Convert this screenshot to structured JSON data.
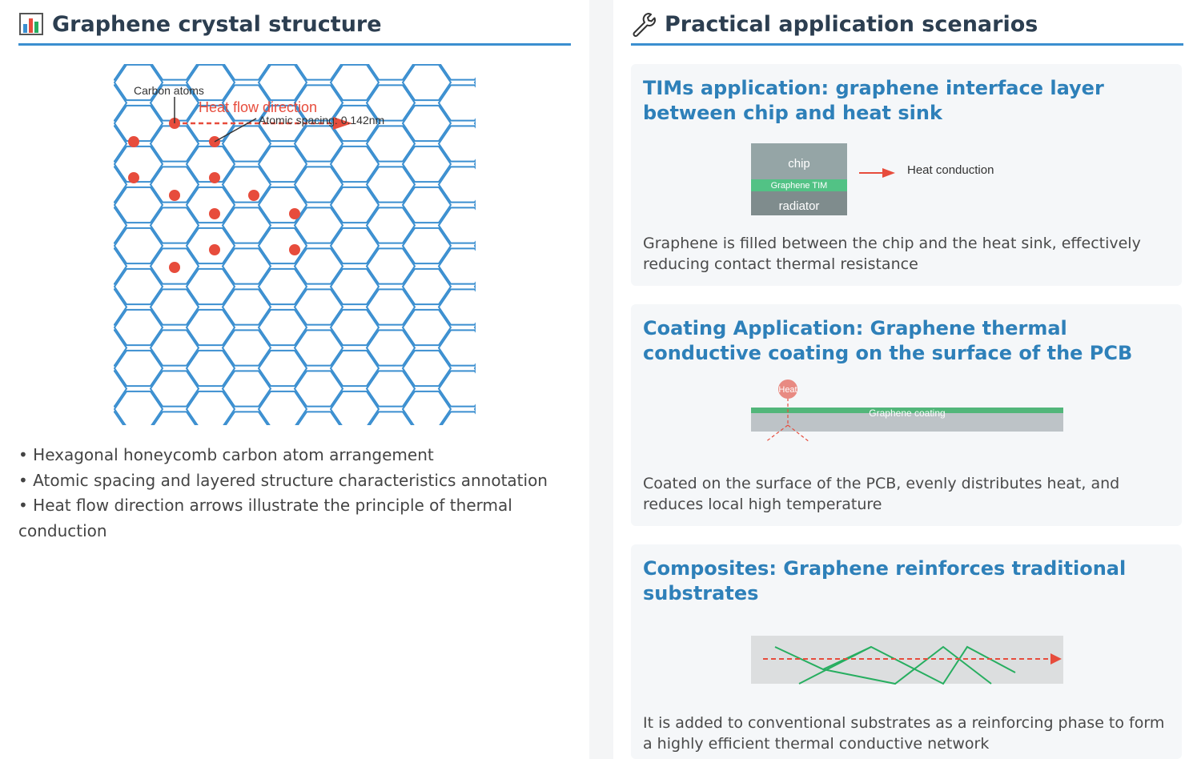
{
  "left": {
    "title": "Graphene crystal structure",
    "icon": "bar-chart-icon",
    "labels": {
      "carbon_atoms": "Carbon atoms",
      "heat_flow": "Heat flow direction",
      "spacing": "Atomic spacing: 0.142nm"
    },
    "bullets": [
      "• Hexagonal honeycomb carbon atom arrangement",
      "• Atomic spacing and layered structure characteristics annotation",
      "• Heat flow direction arrows illustrate the principle of thermal conduction"
    ]
  },
  "right": {
    "title": "Practical application scenarios",
    "icon": "wrench-icon",
    "cards": [
      {
        "title": "TIMs application: graphene interface layer between chip and heat sink",
        "labels": {
          "chip": "chip",
          "tim": "Graphene TIM",
          "radiator": "radiator",
          "heat": "Heat conduction"
        },
        "desc": "Graphene is filled between the chip and the heat sink, effectively reducing contact thermal resistance"
      },
      {
        "title": "Coating Application: Graphene thermal conductive coating on the surface of the PCB",
        "labels": {
          "heat": "Heat",
          "coating": "Graphene coating"
        },
        "desc": "Coated on the surface of the PCB, evenly distributes heat, and reduces local high temperature"
      },
      {
        "title": "Composites: Graphene reinforces traditional substrates",
        "desc": "It is added to conventional substrates as a reinforcing phase to form a highly efficient thermal conductive network"
      }
    ]
  },
  "colors": {
    "lattice": "#3b8fd0",
    "atom": "#e74c3c",
    "accent": "#2e80b9",
    "green": "#27ae60",
    "chip": "#95a5a6",
    "tim": "#52c285",
    "radiator": "#7f8c8d"
  }
}
